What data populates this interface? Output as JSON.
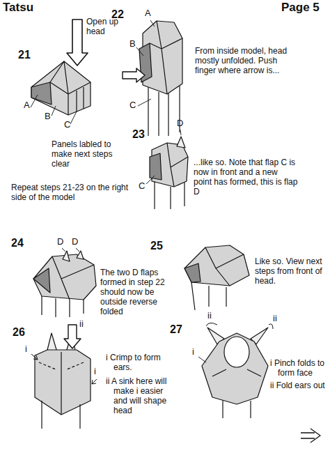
{
  "diagram": {
    "title": "Tatsu",
    "labels": [
      "Page 5",
      "21",
      "Open up head",
      "A",
      "B",
      "C",
      "Panels labled to make next steps clear",
      "Repeat steps 21-23 on the right side of the model",
      "22",
      "A",
      "B",
      "C",
      "From inside model, head mostly unfolded. Push finger where arrow is...",
      "23",
      "D",
      "C",
      "...like so. Note that flap C is now in front and a new point has formed, this is flap D",
      "24",
      "D",
      "D",
      "The two D flaps formed in step 22 should now be outside reverse folded",
      "25",
      "Like so. View next steps from front of head.",
      "26",
      "i",
      "ii",
      "i",
      "i Crimp to form ears.",
      "ii A sink here will make i easier and will shape head",
      "27",
      "ii",
      "ii",
      "i",
      "i Pinch folds to form face",
      "ii Fold ears out"
    ]
  }
}
